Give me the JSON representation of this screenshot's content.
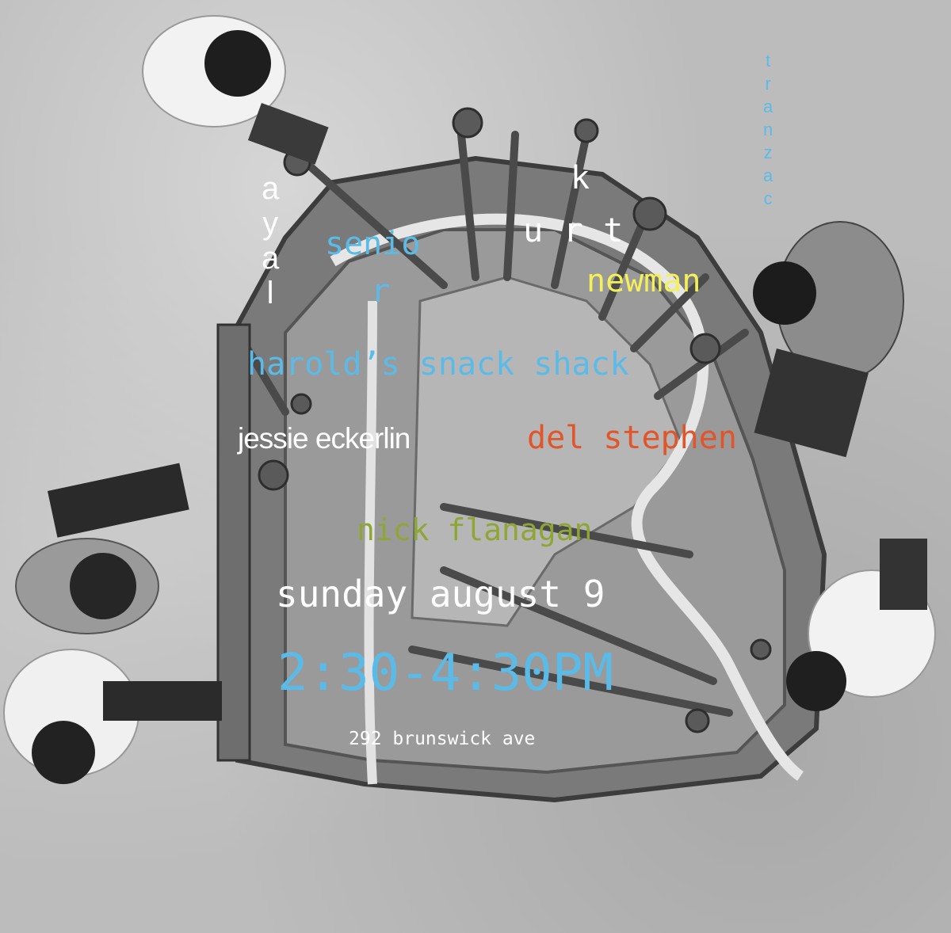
{
  "venue": {
    "letters": [
      "t",
      "r",
      "a",
      "n",
      "z",
      "a",
      "c"
    ],
    "color": "#5bbbe8"
  },
  "artists": {
    "ayal": {
      "letters": [
        "a",
        "y",
        "a",
        "l"
      ],
      "color": "#ffffff"
    },
    "kurt": {
      "k": "k",
      "rest": "u r t",
      "color": "#ffffff"
    },
    "senior": {
      "line1": "senio",
      "line2": "r",
      "color": "#5bbbe8"
    },
    "newman": {
      "text": "newman",
      "color": "#f4f05a"
    },
    "harolds": {
      "text": "harold’s snack shack",
      "color": "#5bbbe8"
    },
    "jessie": {
      "text": "jessie eckerlin",
      "color": "#ffffff"
    },
    "del": {
      "text": "del stephen",
      "color": "#e0552a"
    },
    "nick": {
      "text": "nick flanagan",
      "color": "#8fa636"
    }
  },
  "event": {
    "date": "sunday august 9",
    "time": "2:30-4:30PM",
    "address": "292 brunswick ave",
    "date_color": "#ffffff",
    "time_color": "#5bbbe8",
    "address_color": "#ffffff"
  },
  "image": {
    "description_icon": "piano-assembly-photo"
  }
}
